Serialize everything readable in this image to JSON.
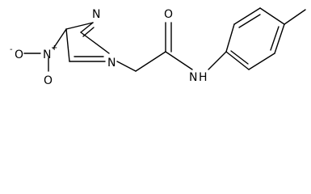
{
  "structure": {
    "atoms": {
      "ring_n_top": "N",
      "ring_n_bottom": "N",
      "nitro_n": "N",
      "nitro_o_left": "O",
      "nitro_o_left_charge": "-",
      "nitro_o_bottom": "O",
      "nitro_n_charge": "+",
      "carbonyl_o": "O",
      "amide_n": "N",
      "amide_h": "H"
    }
  }
}
